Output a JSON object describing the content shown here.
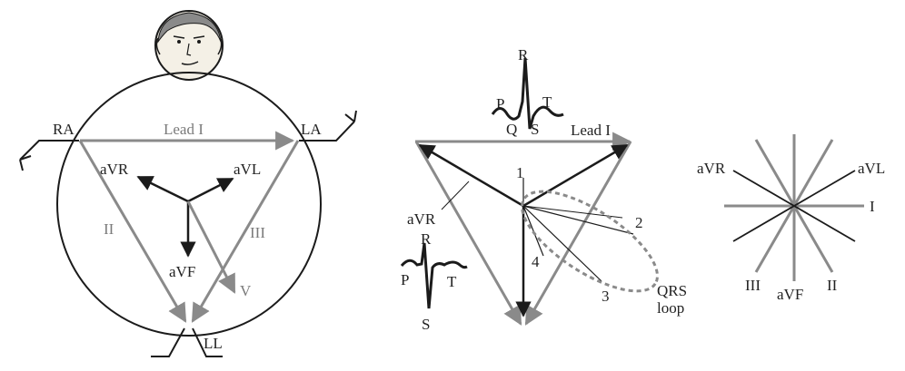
{
  "colors": {
    "ink": "#1b1b1b",
    "gray": "#8a8a8a",
    "skin": "#f4f0e6",
    "hair": "#8a8a8a"
  },
  "left": {
    "limbs": {
      "ra": "RA",
      "la": "LA",
      "ll": "LL"
    },
    "leads": {
      "i": "Lead I",
      "ii": "II",
      "iii": "III"
    },
    "augmented": {
      "avr": "aVR",
      "avl": "aVL",
      "avf": "aVF"
    },
    "vector": "V"
  },
  "middle": {
    "wave_top": {
      "p": "P",
      "q": "Q",
      "r": "R",
      "s": "S",
      "t": "T"
    },
    "lead_i": "Lead I",
    "avr": "aVR",
    "wave_bottom": {
      "p": "P",
      "r": "R",
      "s": "S",
      "t": "T"
    },
    "points": [
      "1",
      "2",
      "3",
      "4"
    ],
    "qrs_loop": [
      "QRS",
      "loop"
    ]
  },
  "right": {
    "labels": {
      "avr": "aVR",
      "avl": "aVL",
      "i": "I",
      "iii": "III",
      "avf": "aVF",
      "ii": "II"
    }
  }
}
